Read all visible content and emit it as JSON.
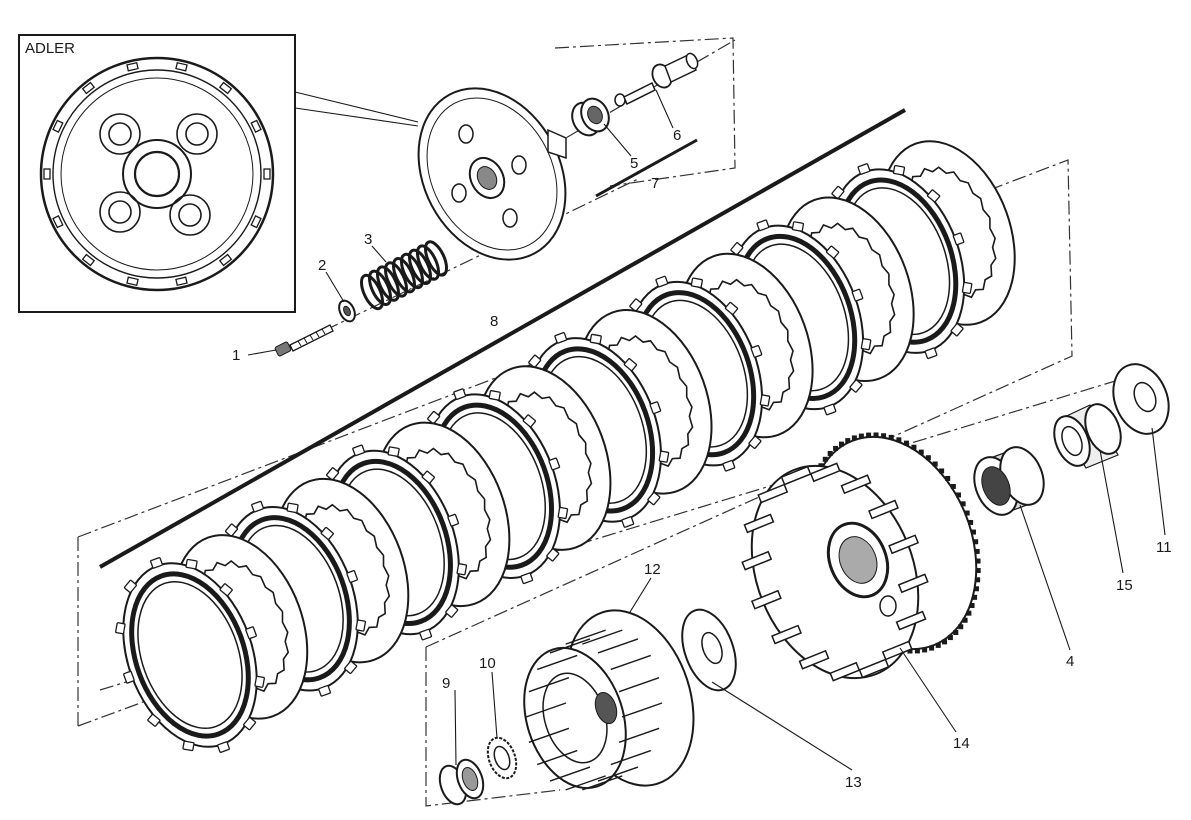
{
  "inset": {
    "title": "ADLER"
  },
  "labels": {
    "p1": "1",
    "p2": "2",
    "p3": "3",
    "p4": "4",
    "p5": "5",
    "p6": "6",
    "p7": "7",
    "p8": "8",
    "p9": "9",
    "p10": "10",
    "p11": "11",
    "p12": "12",
    "p13": "13",
    "p14": "14",
    "p15": "15"
  },
  "colors": {
    "ink": "#1a1a1a",
    "background": "#ffffff"
  }
}
